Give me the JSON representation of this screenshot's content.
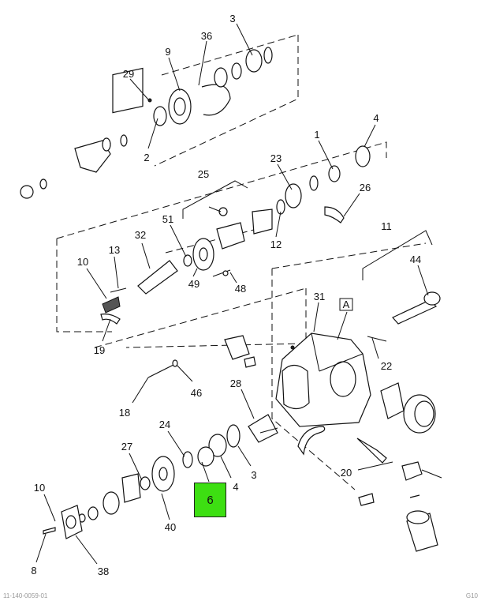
{
  "callouts": [
    {
      "id": "c3a",
      "label": "3"
    },
    {
      "id": "c36",
      "label": "36"
    },
    {
      "id": "c9",
      "label": "9"
    },
    {
      "id": "c29",
      "label": "29"
    },
    {
      "id": "c2",
      "label": "2"
    },
    {
      "id": "c4a",
      "label": "4"
    },
    {
      "id": "c1",
      "label": "1"
    },
    {
      "id": "c23",
      "label": "23"
    },
    {
      "id": "c25",
      "label": "25"
    },
    {
      "id": "c26",
      "label": "26"
    },
    {
      "id": "c51",
      "label": "51"
    },
    {
      "id": "c32",
      "label": "32"
    },
    {
      "id": "c13",
      "label": "13"
    },
    {
      "id": "c10a",
      "label": "10"
    },
    {
      "id": "c12",
      "label": "12"
    },
    {
      "id": "c11",
      "label": "11"
    },
    {
      "id": "c44",
      "label": "44"
    },
    {
      "id": "c49",
      "label": "49"
    },
    {
      "id": "c48",
      "label": "48"
    },
    {
      "id": "c19",
      "label": "19"
    },
    {
      "id": "c31",
      "label": "31"
    },
    {
      "id": "cA",
      "label": "A"
    },
    {
      "id": "c22",
      "label": "22"
    },
    {
      "id": "c46",
      "label": "46"
    },
    {
      "id": "c18",
      "label": "18"
    },
    {
      "id": "c28",
      "label": "28"
    },
    {
      "id": "c24",
      "label": "24"
    },
    {
      "id": "c27",
      "label": "27"
    },
    {
      "id": "c4b",
      "label": "4"
    },
    {
      "id": "c3b",
      "label": "3"
    },
    {
      "id": "c20",
      "label": "20"
    },
    {
      "id": "c10b",
      "label": "10"
    },
    {
      "id": "c40",
      "label": "40"
    },
    {
      "id": "c8",
      "label": "8"
    },
    {
      "id": "c38",
      "label": "38"
    }
  ],
  "highlight": {
    "label": "6",
    "color": "#3ddf12"
  },
  "footer": {
    "left": "11-140-0059-01",
    "right": "G10"
  }
}
